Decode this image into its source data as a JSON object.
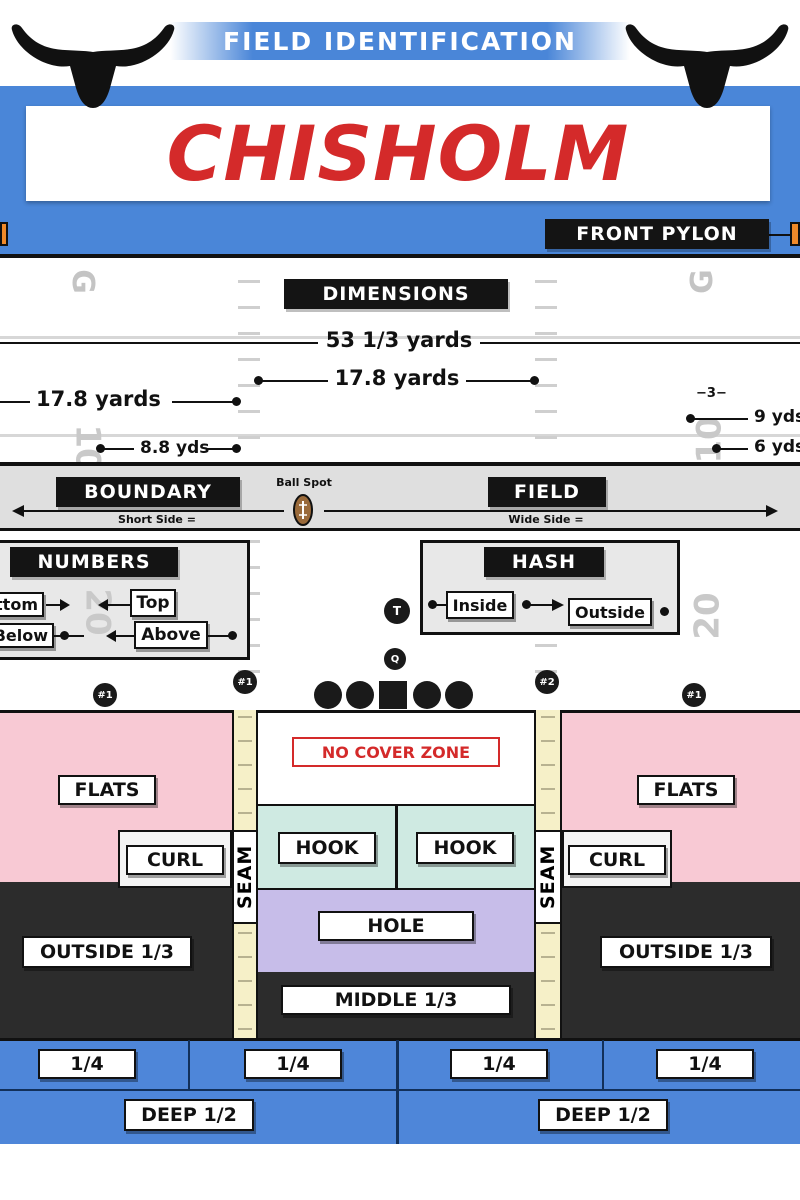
{
  "header": {
    "banner": "FIELD IDENTIFICATION",
    "title": "CHISHOLM",
    "front_pylon": "FRONT PYLON",
    "goal_marker": "G"
  },
  "dimensions": {
    "heading": "DIMENSIONS",
    "field_width": "53 1/3 yards",
    "hash_width": "17.8 yards",
    "numbers_to_hash": "17.8 yards",
    "numbers_offset": "8.8 yds",
    "right_top_mark": "−3−",
    "right_nine": "9 yds",
    "right_six": "6 yds",
    "yard_number_10": "10"
  },
  "sides": {
    "boundary": "BOUNDARY",
    "boundary_sub": "Short Side =",
    "ball_spot": "Ball Spot",
    "field": "FIELD",
    "field_sub": "Wide Side ="
  },
  "numbers_box": {
    "heading": "NUMBERS",
    "bottom": "Bottom",
    "top": "Top",
    "below": "Below",
    "above": "Above"
  },
  "hash_box": {
    "heading": "HASH",
    "inside": "Inside",
    "outside": "Outside"
  },
  "formation": {
    "te": "T",
    "qb": "Q",
    "wr_left": "#1",
    "slot_left": "#1",
    "slot_right": "#2",
    "wr_right": "#1",
    "yard_number_20": "20"
  },
  "zones": {
    "no_cover": "NO COVER ZONE",
    "flats_left": "FLATS",
    "flats_right": "FLATS",
    "curl_left": "CURL",
    "curl_right": "CURL",
    "seam_left": "SEAM",
    "seam_right": "SEAM",
    "hook_left": "HOOK",
    "hook_right": "HOOK",
    "hole": "HOLE",
    "outside_third_left": "OUTSIDE 1/3",
    "outside_third_right": "OUTSIDE 1/3",
    "middle_third": "MIDDLE 1/3",
    "quarters": [
      "1/4",
      "1/4",
      "1/4",
      "1/4"
    ],
    "deep_half_left": "DEEP 1/2",
    "deep_half_right": "DEEP 1/2"
  },
  "colors": {
    "header_blue": "#4a86d8",
    "title_red": "#d42a2a",
    "flats_pink": "#f8c9d4",
    "hook_teal": "#cfeae2",
    "hole_purple": "#c7bde9",
    "deep_gray": "#2c2c2c",
    "deep_blue": "#4e86d9",
    "seam_yellow": "#f6f0c8",
    "no_cover_red": "#d42a2a"
  },
  "icons": [
    "longhorn-icon",
    "football-icon"
  ]
}
